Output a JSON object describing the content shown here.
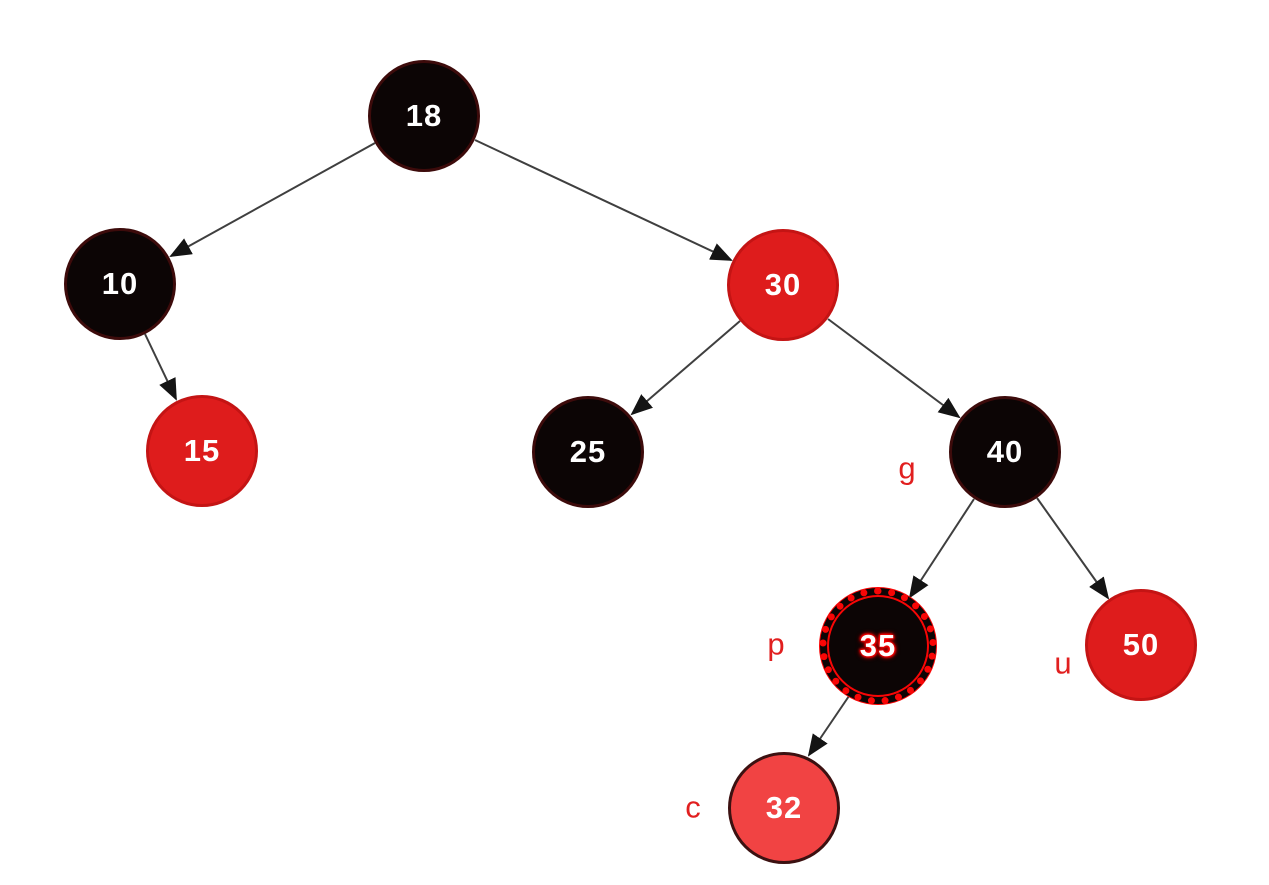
{
  "diagram": {
    "type": "red-black-tree",
    "nodes": [
      {
        "value": "18",
        "color": "black"
      },
      {
        "value": "10",
        "color": "black"
      },
      {
        "value": "30",
        "color": "red"
      },
      {
        "value": "15",
        "color": "red"
      },
      {
        "value": "25",
        "color": "black"
      },
      {
        "value": "40",
        "color": "black",
        "annotation": "g"
      },
      {
        "value": "35",
        "color": "black",
        "highlighted": true,
        "annotation": "p"
      },
      {
        "value": "50",
        "color": "red",
        "annotation": "u"
      },
      {
        "value": "32",
        "color": "red-light",
        "annotation": "c"
      }
    ],
    "edges": [
      {
        "from": "18",
        "to": "10"
      },
      {
        "from": "18",
        "to": "30"
      },
      {
        "from": "10",
        "to": "15"
      },
      {
        "from": "30",
        "to": "25"
      },
      {
        "from": "30",
        "to": "40"
      },
      {
        "from": "40",
        "to": "35"
      },
      {
        "40": "40",
        "from": "40",
        "to": "50"
      },
      {
        "from": "35",
        "to": "32"
      }
    ],
    "colors": {
      "black_node": "#0c0505",
      "red_node": "#de1c1c",
      "light_red_node": "#f14343",
      "highlight_border": "#f90606",
      "annotation_text": "#e11f1f",
      "edge_line": "#3f3f3f",
      "node_text": "#ffffff"
    }
  }
}
